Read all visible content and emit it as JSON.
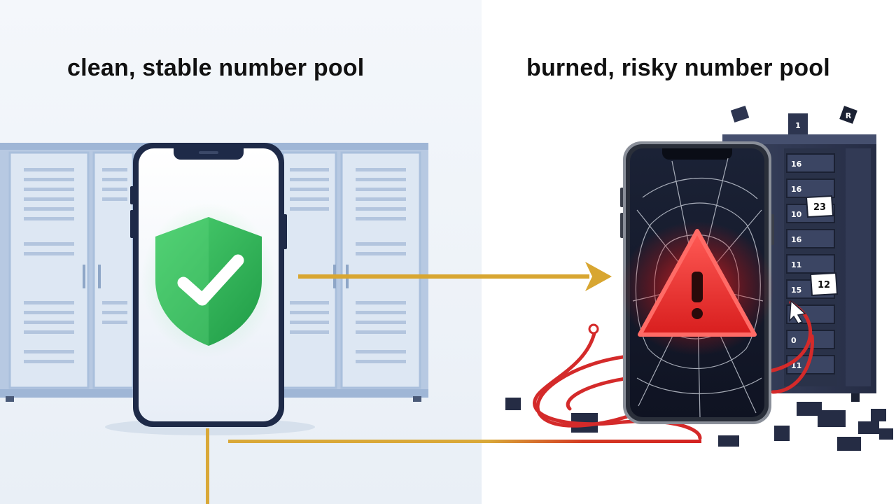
{
  "titles": {
    "left": "clean, stable number pool",
    "right": "burned, risky number pool"
  },
  "rack_labels": [
    "1",
    "16",
    "16",
    "10",
    "16",
    "11",
    "15",
    "0",
    "11"
  ],
  "tags": {
    "a": "23",
    "b": "12",
    "c": "R"
  },
  "icons": {
    "left_phone": "shield-check-icon",
    "right_phone": "warning-triangle-icon"
  },
  "colors": {
    "clean_panel_bg": "#eef3f8",
    "rack_blue": "#a9bfdc",
    "phone_frame": "#1e2a48",
    "shield_green": "#2fb457",
    "connector_gold": "#d8a631",
    "cable_red": "#d42a2a",
    "warning_red": "#e8312f",
    "dark_rack": "#2d3550"
  }
}
